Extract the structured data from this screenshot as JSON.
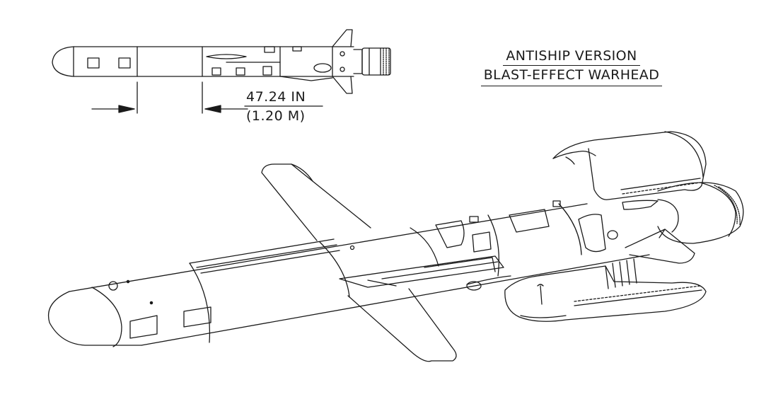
{
  "title": {
    "line1": "ANTISHIP VERSION",
    "line2": "BLAST-EFFECT WARHEAD"
  },
  "dimension": {
    "imperial": "47.24 IN",
    "metric": "(1.20 M)"
  },
  "colors": {
    "line": "#1a1a1a",
    "background": "#ffffff"
  }
}
